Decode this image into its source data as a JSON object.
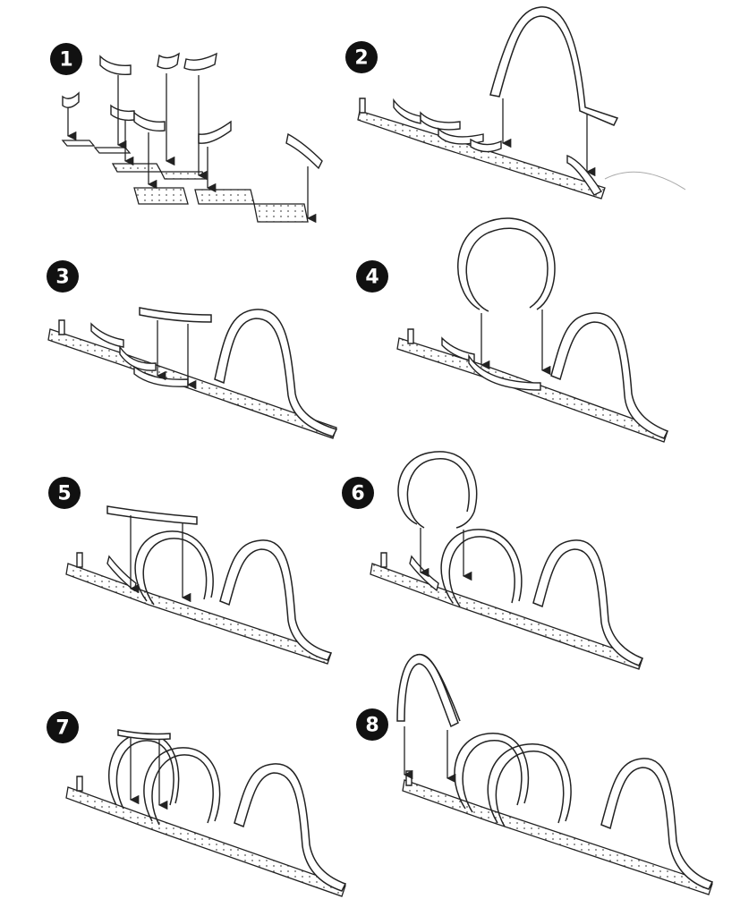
{
  "diagram": {
    "steps": [
      {
        "number": "1",
        "pieces": [
          "straight-track",
          "support-rail",
          "support-rail",
          "support-rail",
          "support-rail",
          "support-rail",
          "end-rail"
        ]
      },
      {
        "number": "2",
        "pieces": [
          "arch-hill"
        ]
      },
      {
        "number": "3",
        "pieces": [
          "straight-rail"
        ]
      },
      {
        "number": "4",
        "pieces": [
          "loop"
        ]
      },
      {
        "number": "5",
        "pieces": [
          "straight-rail"
        ]
      },
      {
        "number": "6",
        "pieces": [
          "loop"
        ]
      },
      {
        "number": "7",
        "pieces": [
          "straight-rail"
        ]
      },
      {
        "number": "8",
        "pieces": [
          "launch-ramp"
        ]
      }
    ]
  },
  "colors": {
    "line": "#222222",
    "badge": "#111111",
    "paper": "#ffffff"
  }
}
